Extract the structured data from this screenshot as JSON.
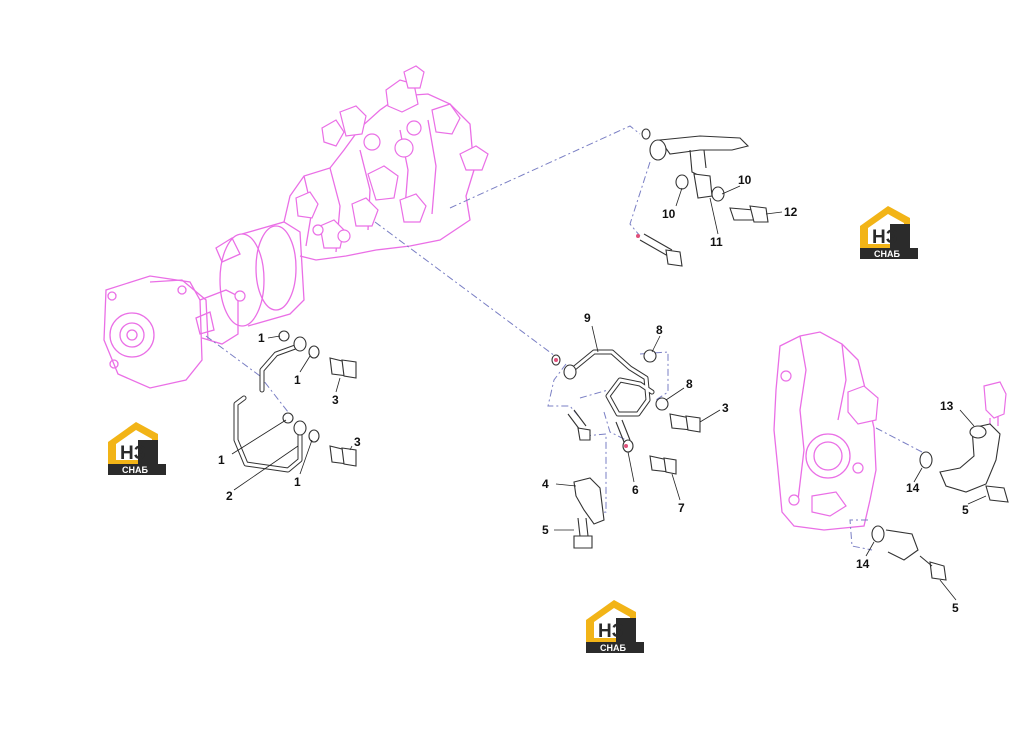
{
  "colors": {
    "engine_outline": "#ea6fe6",
    "leader_dash": "#7a7fc4",
    "logo_yellow": "#f2b417",
    "logo_dark": "#2b2b2b",
    "part_marker": "#e0507a"
  },
  "logo": {
    "mark": "НЗ",
    "word": "СНАБ"
  },
  "callouts": [
    {
      "id": "c1",
      "label": "10"
    },
    {
      "id": "c2",
      "label": "10"
    },
    {
      "id": "c3",
      "label": "11"
    },
    {
      "id": "c4",
      "label": "12"
    },
    {
      "id": "c5",
      "label": "9"
    },
    {
      "id": "c6",
      "label": "8"
    },
    {
      "id": "c7",
      "label": "8"
    },
    {
      "id": "c8",
      "label": "3"
    },
    {
      "id": "c9",
      "label": "6"
    },
    {
      "id": "c10",
      "label": "7"
    },
    {
      "id": "c11",
      "label": "4"
    },
    {
      "id": "c12",
      "label": "5"
    },
    {
      "id": "c13",
      "label": "1"
    },
    {
      "id": "c14",
      "label": "1"
    },
    {
      "id": "c15",
      "label": "3"
    },
    {
      "id": "c16",
      "label": "1"
    },
    {
      "id": "c17",
      "label": "1"
    },
    {
      "id": "c18",
      "label": "3"
    },
    {
      "id": "c19",
      "label": "2"
    },
    {
      "id": "c20",
      "label": "13"
    },
    {
      "id": "c21",
      "label": "14"
    },
    {
      "id": "c22",
      "label": "5"
    },
    {
      "id": "c23",
      "label": "14"
    },
    {
      "id": "c24",
      "label": "5"
    }
  ]
}
